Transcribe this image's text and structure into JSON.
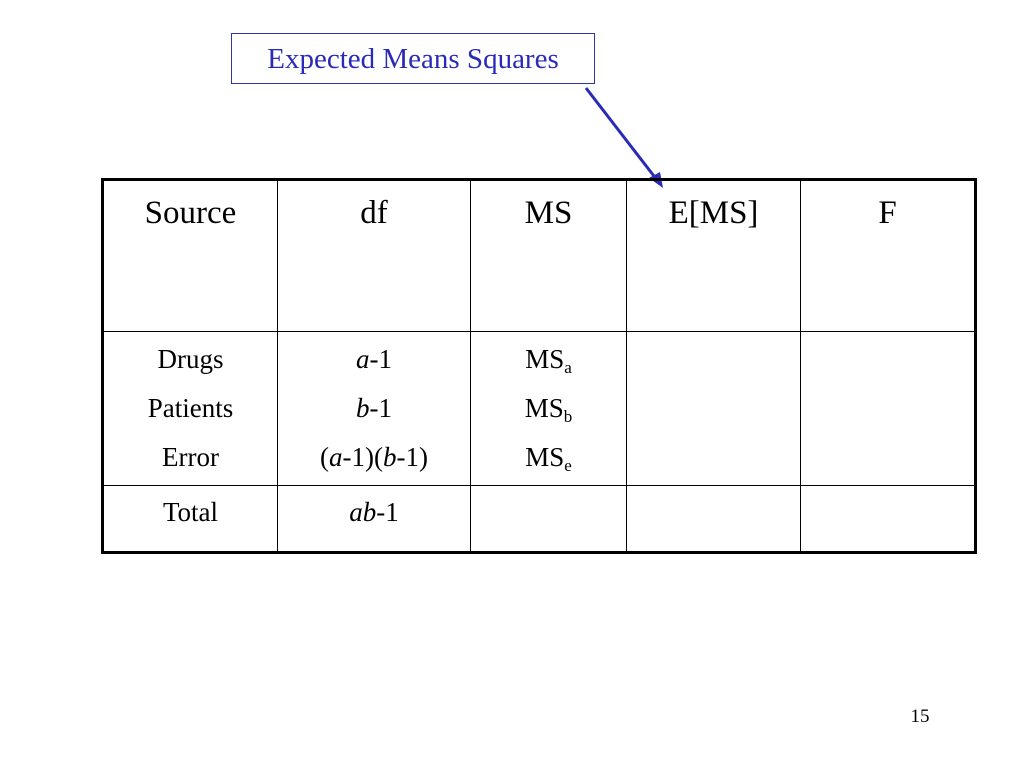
{
  "callout": {
    "text": "Expected Means Squares",
    "color": "#2a2ab8"
  },
  "table": {
    "headers": [
      "Source",
      "df",
      "MS",
      "E[MS]",
      "F"
    ],
    "rows": [
      {
        "source": "Drugs",
        "df_var": "a",
        "df_rest": "-1",
        "ms_base": "MS",
        "ms_sub": "a"
      },
      {
        "source": "Patients",
        "df_var": "b",
        "df_rest": "-1",
        "ms_base": "MS",
        "ms_sub": "b"
      },
      {
        "source": "Error",
        "df_open": "(",
        "df_var1": "a",
        "df_mid": "-1)(",
        "df_var2": "b",
        "df_close": "-1)",
        "ms_base": "MS",
        "ms_sub": "e"
      }
    ],
    "total": {
      "source": "Total",
      "df_var": "ab",
      "df_rest": "-1"
    }
  },
  "page_number": "15"
}
